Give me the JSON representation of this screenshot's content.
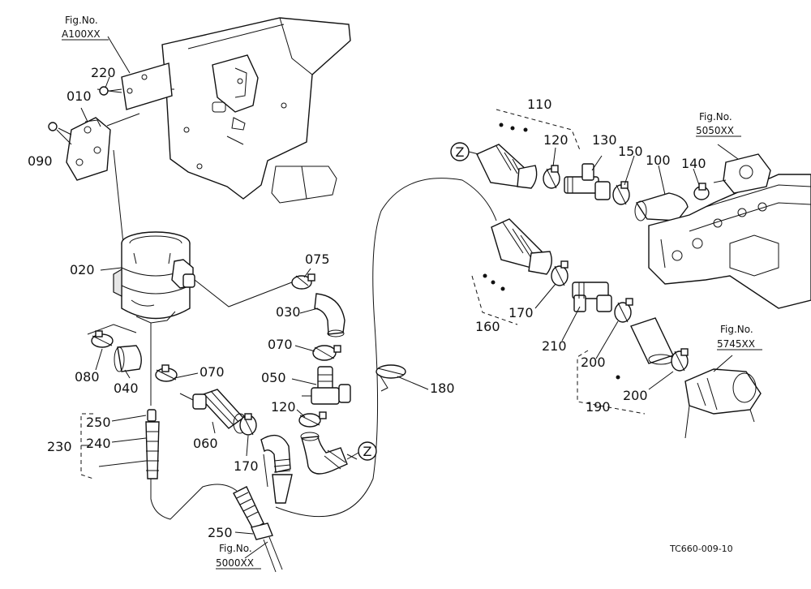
{
  "diagram": {
    "part_labels": {
      "p010": "010",
      "p020": "020",
      "p030": "030",
      "p040": "040",
      "p050": "050",
      "p060": "060",
      "p070a": "070",
      "p070b": "070",
      "p075": "075",
      "p080": "080",
      "p090": "090",
      "p100": "100",
      "p110": "110",
      "p120a": "120",
      "p120b": "120",
      "p130": "130",
      "p140": "140",
      "p150": "150",
      "p160": "160",
      "p170a": "170",
      "p170b": "170",
      "p180": "180",
      "p190": "190",
      "p200a": "200",
      "p200b": "200",
      "p210": "210",
      "p220": "220",
      "p230": "230",
      "p240": "240",
      "p250a": "250",
      "p250b": "250"
    },
    "connector_marks": {
      "z1": "Z",
      "z2": "Z"
    },
    "figure_refs": [
      {
        "label": "Fig.No.",
        "code": "A100XX"
      },
      {
        "label": "Fig.No.",
        "code": "5050XX"
      },
      {
        "label": "Fig.No.",
        "code": "5745XX"
      },
      {
        "label": "Fig.No.",
        "code": "5000XX"
      }
    ],
    "drawing_code": "TC660-009-10"
  }
}
